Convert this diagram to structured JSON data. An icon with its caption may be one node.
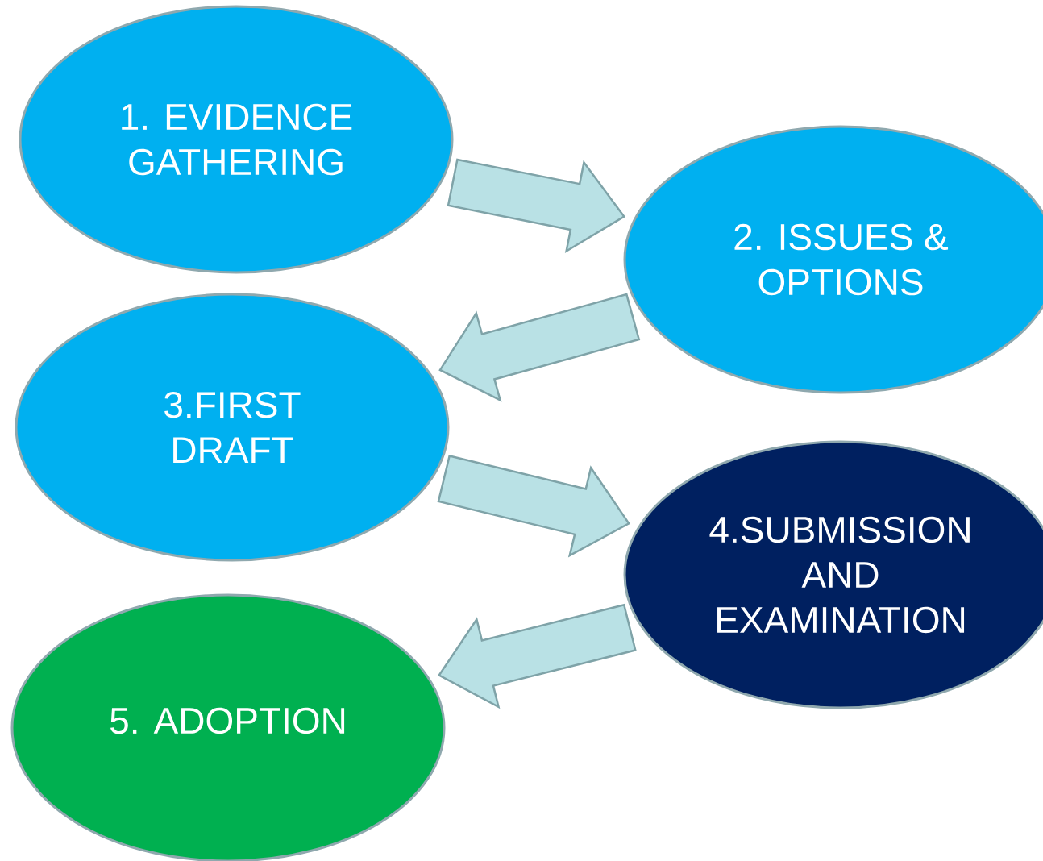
{
  "diagram": {
    "nodes": [
      {
        "text": [
          "1. EVIDENCE GATHERING"
        ]
      },
      {
        "text": [
          "2. ISSUES & OPTIONS"
        ]
      },
      {
        "text": [
          "3.FIRST DRAFT"
        ]
      },
      {
        "text": [
          "4.SUBMISSION AND EXAMINATION"
        ]
      },
      {
        "text": [
          "5. ADOPTION"
        ]
      }
    ],
    "edges": [
      {
        "from": 0,
        "to": 1,
        "arrow": "to"
      },
      {
        "from": 1,
        "to": 2,
        "arrow": "to"
      },
      {
        "from": 2,
        "to": 3,
        "arrow": "to"
      },
      {
        "from": 3,
        "to": 4,
        "arrow": "to"
      }
    ]
  }
}
